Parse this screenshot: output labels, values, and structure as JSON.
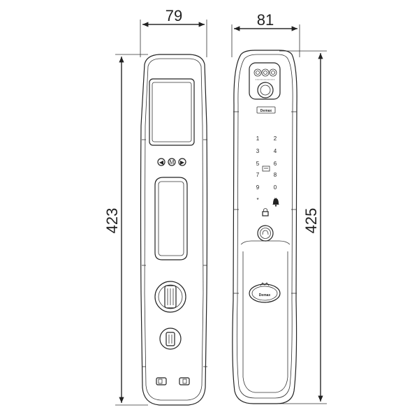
{
  "dimensions": {
    "back_width": "79",
    "front_width": "81",
    "back_height": "423",
    "front_height": "425"
  },
  "front_panel": {
    "brand_label": "Demax",
    "logo_text": "Demax",
    "keypad": [
      "1",
      "2",
      "3",
      "4",
      "5",
      "6",
      "7",
      "8",
      "9",
      "0",
      "*",
      "#"
    ]
  },
  "back_panel": {
    "buttons": [
      "◀",
      "M",
      "▶"
    ]
  }
}
